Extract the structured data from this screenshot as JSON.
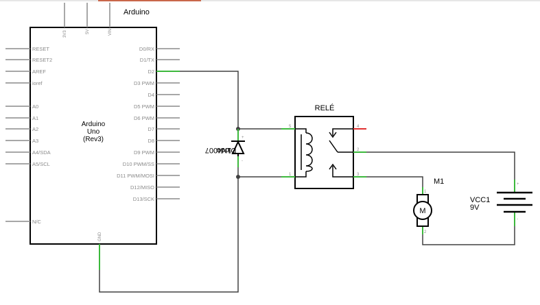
{
  "arduino": {
    "title": "Arduino",
    "board_label": [
      "Arduino",
      "Uno",
      "(Rev3)"
    ],
    "top_pins": [
      "3V3",
      "5V",
      "VIN"
    ],
    "left_pins": [
      "RESET",
      "RESET2",
      "AREF",
      "ioref",
      "A0",
      "A1",
      "A2",
      "A3",
      "A4/SDA",
      "A5/SCL",
      "N/C"
    ],
    "right_pins": [
      "D0/RX",
      "D1/TX",
      "D2",
      "D3 PWM",
      "D4",
      "D5 PWM",
      "D6 PWM",
      "D7",
      "D8",
      "D9 PWM",
      "D10 PWM/SS",
      "D11 PWM/MOSI",
      "D12/MISO",
      "D13/SCK"
    ],
    "gnd_pin": "GND"
  },
  "relay": {
    "title": "RELÉ",
    "pin_numbers": [
      "5",
      "1",
      "4",
      "2",
      "3"
    ]
  },
  "diode": {
    "name": "Diodo",
    "part": "1N4007",
    "pin_plus": "+",
    "pin_minus": "-"
  },
  "motor": {
    "ref": "M1",
    "symbol": "M",
    "pin_1": "1",
    "pin_2": "2"
  },
  "battery": {
    "ref": "VCC1",
    "value": "9V",
    "pin_plus": "+",
    "pin_minus": "-"
  },
  "colors": {
    "wire": "#404040",
    "connected_pin": "#3cb83c",
    "unconnected_pin": "#e03030",
    "pin_line": "#8a8a8a",
    "top_accent": "#c9674a"
  }
}
